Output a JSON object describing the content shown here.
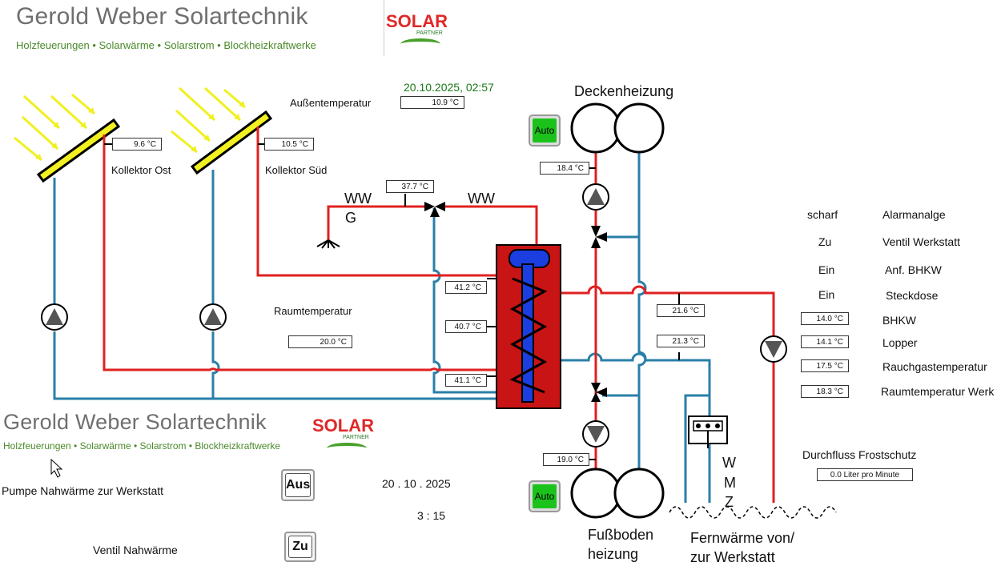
{
  "header": {
    "company": "Gerold Weber Solartechnik",
    "tagline": "Holzfeuerungen • Solarwärme • Solarstrom • Blockheizkraftwerke",
    "logo_text": "SOLAR",
    "logo_subtext": "PARTNER"
  },
  "datetime": "20.10.2025,  02:57",
  "outside": {
    "label": "Außentemperatur",
    "value": "10.9 °C"
  },
  "collectors": [
    {
      "label": "Kollektor Ost",
      "value": "9.6 °C"
    },
    {
      "label": "Kollektor Süd",
      "value": "10.5 °C"
    }
  ],
  "ww": {
    "left": "WW",
    "g": "G",
    "right": "WW",
    "valve_temp": "37.7 °C"
  },
  "storage": {
    "top": "41.2 °C",
    "middle": "40.7 °C",
    "bottom": "41.1 °C"
  },
  "room": {
    "label": "Raumtemperatur",
    "value": "20.0 °C"
  },
  "ceiling": {
    "title": "Deckenheizung",
    "auto": "Auto",
    "temp": "18.4 °C"
  },
  "floor": {
    "title1": "Fußboden",
    "title2": "heizung",
    "auto": "Auto",
    "temp": "19.0 °C"
  },
  "district": {
    "supply": "21.6 °C",
    "return": "21.3 °C",
    "wmz": [
      "W",
      "M",
      "Z"
    ],
    "title1": "Fernwärme von/",
    "title2": "zur Werkstatt"
  },
  "status": [
    {
      "state": "scharf",
      "label": "Alarmanalge"
    },
    {
      "state": "Zu",
      "label": "Ventil Werkstatt"
    },
    {
      "state": "Ein",
      "label": "Anf. BHKW"
    },
    {
      "state": "Ein",
      "label": "Steckdose"
    }
  ],
  "temps": [
    {
      "value": "14.0 °C",
      "label": "BHKW"
    },
    {
      "value": "14.1 °C",
      "label": "Lopper"
    },
    {
      "value": "17.5 °C",
      "label": "Rauchgastemperatur"
    },
    {
      "value": "18.3 °C",
      "label": "Raumtemperatur Werk"
    }
  ],
  "flow": {
    "label": "Durchfluss Frostschutz",
    "value": "0.0 Liter pro Minute"
  },
  "controls": {
    "pump_label": "Pumpe  Nahwärme zur Werkstatt",
    "pump_btn": "Aus",
    "valve_label": "Ventil Nahwärme",
    "valve_btn": "Zu",
    "date": "20 .  10 .   2025",
    "time": "3   :   15"
  },
  "colors": {
    "supply": "#e02020",
    "return": "#2a7fa8",
    "tank": "#c81414",
    "coil": "#1a3ee0",
    "auto": "#1cc21c"
  }
}
